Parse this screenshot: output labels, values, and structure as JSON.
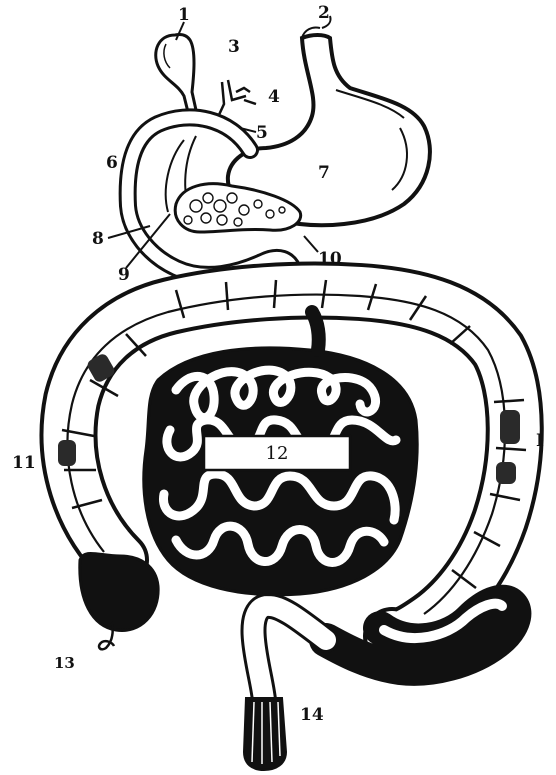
{
  "diagram": {
    "subject": "digestive-tract-illustration",
    "labels": {
      "l1": "1",
      "l2": "2",
      "l3": "3",
      "l4": "4",
      "l5": "5",
      "l6": "6",
      "l7": "7",
      "l8": "8",
      "l9": "9",
      "l10": "10",
      "l11_left": "11",
      "l11_right": "I",
      "l12": "12",
      "l13": "13",
      "l14": "14"
    }
  },
  "colors": {
    "ink": "#111111",
    "shade": "#2a2a2a",
    "paper": "#ffffff"
  }
}
